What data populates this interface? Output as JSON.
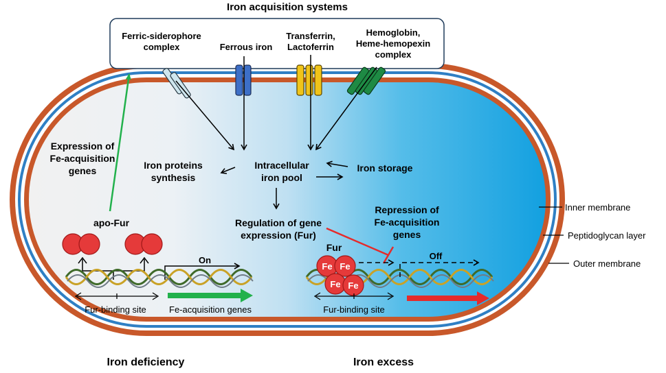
{
  "title": "Iron acquisition systems",
  "receptors": {
    "siderophore": {
      "line1": "Ferric-siderophore",
      "line2": "complex"
    },
    "ferrous": {
      "line1": "Ferrous iron"
    },
    "transferrin": {
      "line1": "Transferrin,",
      "line2": "Lactoferrin"
    },
    "hemoglobin": {
      "line1": "Hemoglobin,",
      "line2": "Heme-hemopexin",
      "line3": "complex"
    }
  },
  "center": {
    "pool_line1": "Intracellular",
    "pool_line2": "iron pool",
    "proteins_line1": "Iron proteins",
    "proteins_line2": "synthesis",
    "storage": "Iron storage",
    "regulation_line1": "Regulation of gene",
    "regulation_line2": "expression (Fur)"
  },
  "left": {
    "expression_line1": "Expression of",
    "expression_line2": "Fe-acquisition",
    "expression_line3": "genes",
    "apofur": "apo-Fur",
    "on": "On",
    "binding_site": "Fur-binding site",
    "genes": "Fe-acquisition genes",
    "condition": "Iron deficiency"
  },
  "right": {
    "repression_line1": "Repression of",
    "repression_line2": "Fe-acquisition",
    "repression_line3": "genes",
    "fur": "Fur",
    "fe": "Fe",
    "off": "Off",
    "binding_site": "Fur-binding site",
    "condition": "Iron excess"
  },
  "membranes": {
    "inner": "Inner membrane",
    "peptidoglycan": "Peptidoglycan layer",
    "outer": "Outer membrane"
  },
  "colors": {
    "outer_membrane": "#c8582a",
    "peptidoglycan": "#2f7fc4",
    "cyto_left": "#f0f0f0",
    "cyto_right": "#1aa3e0",
    "fur_red": "#e53a3a",
    "green_arrow": "#22b14c",
    "red_arrow": "#e52b2b"
  }
}
